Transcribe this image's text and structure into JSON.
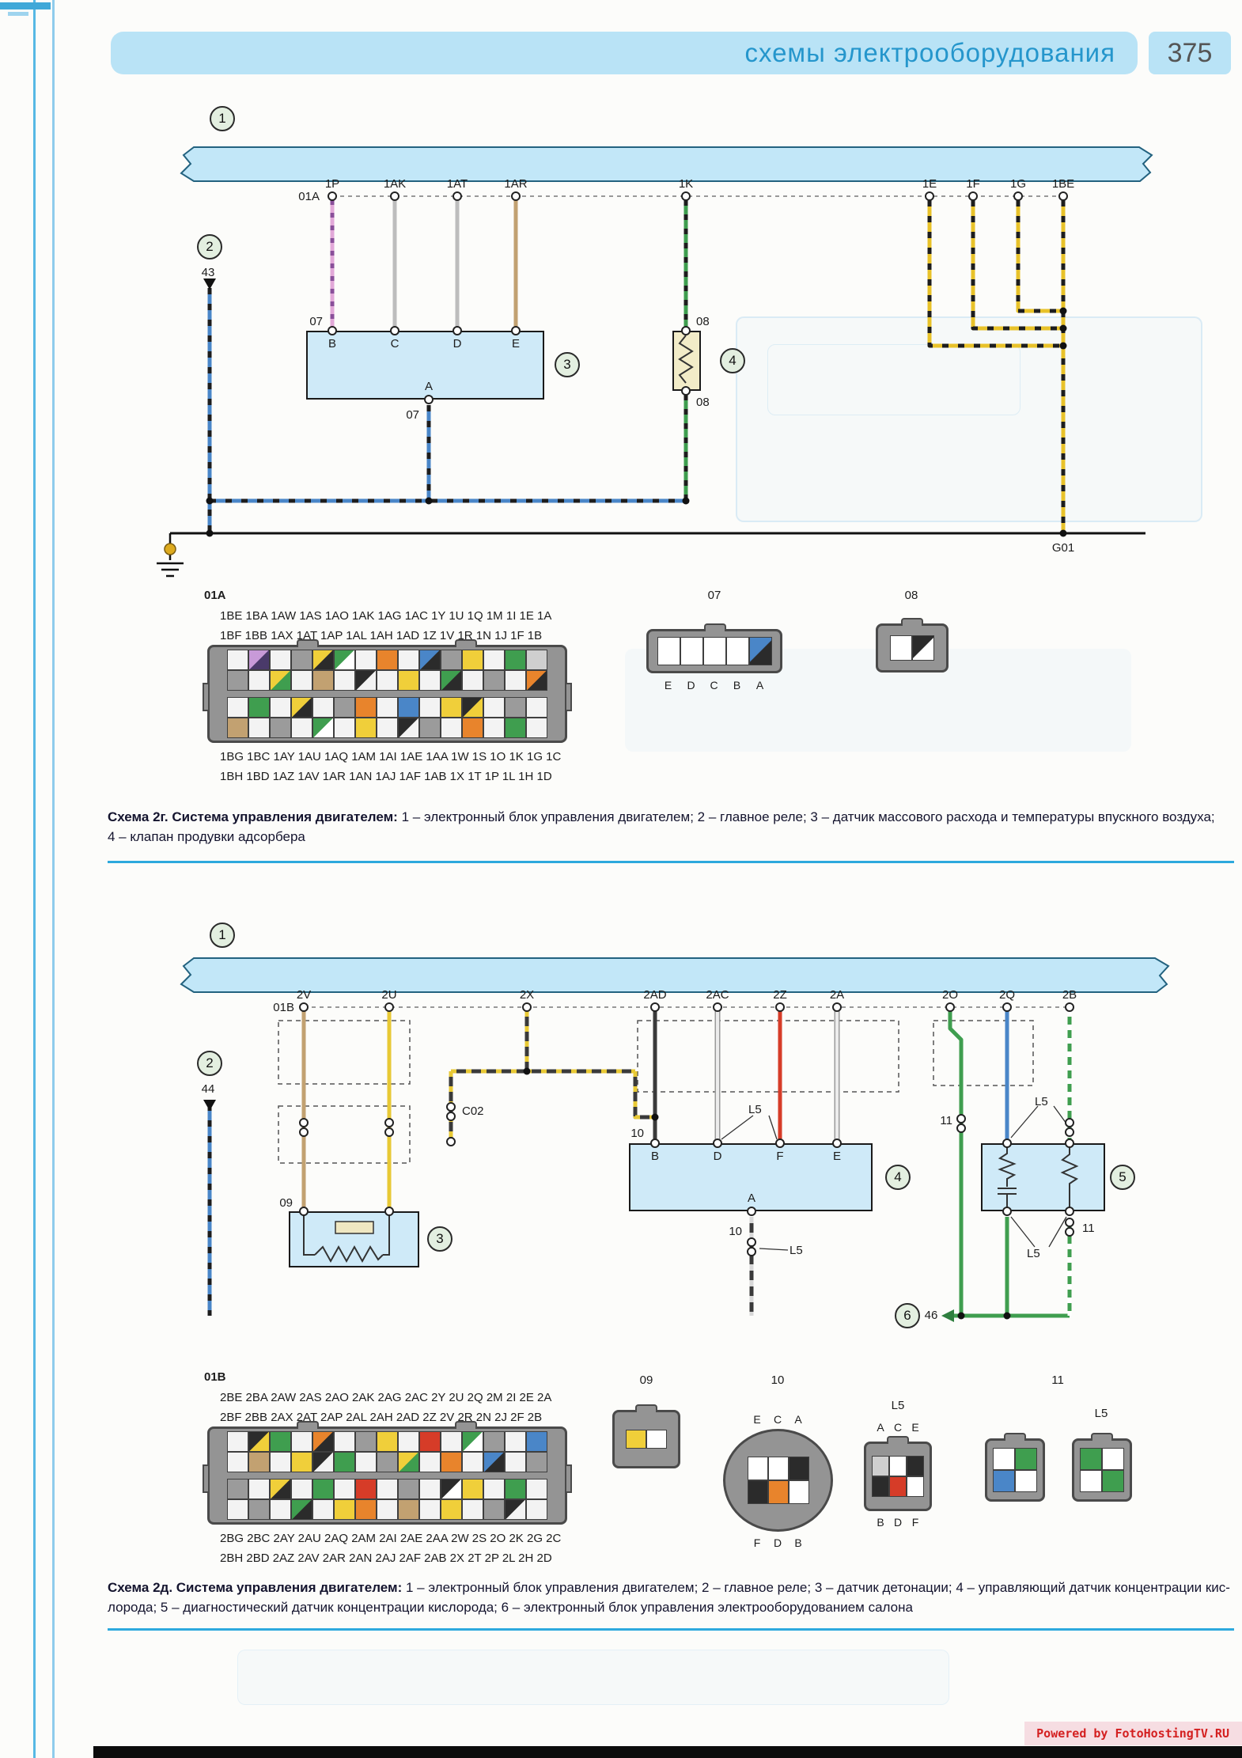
{
  "palette": {
    "header_blue": "#2596cc",
    "header_bg": "#b9e3f6",
    "bus_fill": "#c2e7f8",
    "box_fill": "#cfeaf8",
    "rule_blue": "#2da9dd",
    "wire_yellow": "#e8c22a",
    "wire_green": "#3f9e4f",
    "wire_blue": "#4a86c8",
    "wire_red": "#d63c28",
    "wire_tan": "#c2a171",
    "wire_pink": "#e2a8d8",
    "watermark_red": "#d42020"
  },
  "header": {
    "title": "схемы электрооборудования",
    "page": "375"
  },
  "d1": {
    "callouts": [
      "1",
      "2",
      "3",
      "4"
    ],
    "pin43": "43",
    "harness": "01A",
    "bus_pins": [
      "1P",
      "1AK",
      "1AT",
      "1AR",
      "1K",
      "1E",
      "1F",
      "1G",
      "1BE"
    ],
    "comp3_pins": [
      "B",
      "C",
      "D",
      "E"
    ],
    "comp3_pin_bottom": "A",
    "ground": "G01",
    "connector_big": {
      "title": "01A",
      "rows_above": [
        "1BE 1BA 1AW 1AS 1AO 1AK 1AG 1AC 1Y 1U 1Q 1M 1I 1E 1A",
        "1BF 1BB 1AX 1AT 1AP 1AL 1AH 1AD 1Z 1V 1R 1N 1J 1F 1B"
      ],
      "rows_below": [
        "1BG 1BC 1AY 1AU 1AQ 1AM 1AI 1AE 1AA 1W 1S 1O 1K 1G 1C",
        "1BH 1BD 1AZ 1AV 1AR 1AN 1AJ 1AF 1AB 1X 1T 1P 1L 1H 1D"
      ],
      "cells_r1": [
        "#f3f3f3",
        "#c89ad8/#4a3a6a",
        "#f3f3f3",
        "#9b9b9b",
        "#f0cf3a/#2b2b2b",
        "#3f9e4f/#ffffff",
        "#f3f3f3",
        "#e8842c",
        "#f3f3f3",
        "#4a86c8/#2b2b2b",
        "#9b9b9b",
        "#f0cf3a",
        "#f3f3f3",
        "#3f9e4f",
        "#cfcfcf"
      ],
      "cells_r2": [
        "#9b9b9b",
        "#f3f3f3",
        "#f0cf3a/#3f9e4f",
        "#f3f3f3",
        "#c2a171",
        "#f3f3f3",
        "#2b2b2b/#f3f3f3",
        "#f3f3f3",
        "#f0cf3a",
        "#f3f3f3",
        "#3f9e4f/#2b2b2b",
        "#f3f3f3",
        "#9b9b9b",
        "#f3f3f3",
        "#e8842c/#2b2b2b"
      ],
      "cells_r3": [
        "#f3f3f3",
        "#3f9e4f",
        "#f3f3f3",
        "#f0cf3a/#2b2b2b",
        "#f3f3f3",
        "#9b9b9b",
        "#e8842c",
        "#f3f3f3",
        "#4a86c8",
        "#f3f3f3",
        "#f0cf3a",
        "#2b2b2b/#f0cf3a",
        "#f3f3f3",
        "#9b9b9b",
        "#f3f3f3"
      ],
      "cells_r4": [
        "#c2a171",
        "#f3f3f3",
        "#9b9b9b",
        "#f3f3f3",
        "#3f9e4f/#ffffff",
        "#f3f3f3",
        "#f0cf3a",
        "#f3f3f3",
        "#2b2b2b/#f3f3f3",
        "#9b9b9b",
        "#f3f3f3",
        "#e8842c",
        "#f3f3f3",
        "#3f9e4f",
        "#f3f3f3"
      ]
    },
    "conn07": {
      "title": "07",
      "pins": [
        "E",
        "D",
        "C",
        "B",
        "A"
      ],
      "cells": [
        "#ffffff",
        "#ffffff",
        "#ffffff",
        "#ffffff",
        "#4a86c8/#2b2b2b"
      ]
    },
    "conn08": {
      "title": "08",
      "cells": [
        "#ffffff",
        "#2b2b2b/#ffffff"
      ]
    },
    "caption": {
      "lead": "Схема 2г. Система управления двигателем:",
      "rest": " 1 – электронный блок управления двигателем; 2 – главное реле; 3 – датчик массового расхода и температуры впускного воздуха;",
      "line2": "4 – клапан продувки адсорбера"
    }
  },
  "d2": {
    "callouts": [
      "1",
      "2",
      "3",
      "4",
      "5",
      "6"
    ],
    "pin44": "44",
    "pin46": "46",
    "harness": "01B",
    "c02": "C02",
    "l5": "L5",
    "conn10_label": "10",
    "conn11_label": "11",
    "bus_pins": [
      "2V",
      "2U",
      "2X",
      "2AD",
      "2AC",
      "2Z",
      "2A",
      "2O",
      "2Q",
      "2B"
    ],
    "comp4_pins": [
      "B",
      "D",
      "F",
      "E"
    ],
    "comp4_pin_bottom": "A",
    "connector_big": {
      "title": "01B",
      "rows_above": [
        "2BE 2BA 2AW 2AS 2AO 2AK 2AG 2AC 2Y 2U 2Q 2M 2I 2E 2A",
        "2BF 2BB 2AX 2AT 2AP 2AL 2AH 2AD 2Z 2V 2R 2N 2J 2F 2B"
      ],
      "rows_below": [
        "2BG 2BC 2AY 2AU 2AQ 2AM 2AI 2AE 2AA 2W 2S 2O 2K 2G 2C",
        "2BH 2BD 2AZ 2AV 2AR 2AN 2AJ 2AF 2AB 2X 2T 2P 2L 2H 2D"
      ],
      "cells_r1": [
        "#f3f3f3",
        "#2b2b2b/#f0cf3a",
        "#3f9e4f",
        "#f3f3f3",
        "#e8842c/#2b2b2b",
        "#f3f3f3",
        "#9b9b9b",
        "#f0cf3a",
        "#f3f3f3",
        "#d63c28",
        "#f3f3f3",
        "#3f9e4f/#ffffff",
        "#9b9b9b",
        "#f3f3f3",
        "#4a86c8"
      ],
      "cells_r2": [
        "#f3f3f3",
        "#c2a171",
        "#f3f3f3",
        "#f0cf3a",
        "#2b2b2b/#f3f3f3",
        "#3f9e4f",
        "#f3f3f3",
        "#9b9b9b",
        "#f0cf3a/#3f9e4f",
        "#f3f3f3",
        "#e8842c",
        "#f3f3f3",
        "#4a86c8/#2b2b2b",
        "#f3f3f3",
        "#9b9b9b"
      ],
      "cells_r3": [
        "#9b9b9b",
        "#f3f3f3",
        "#f0cf3a/#2b2b2b",
        "#f3f3f3",
        "#3f9e4f",
        "#f3f3f3",
        "#d63c28",
        "#f3f3f3",
        "#9b9b9b",
        "#f3f3f3",
        "#2b2b2b/#ffffff",
        "#f0cf3a",
        "#f3f3f3",
        "#3f9e4f",
        "#f3f3f3"
      ],
      "cells_r4": [
        "#f3f3f3",
        "#9b9b9b",
        "#f3f3f3",
        "#3f9e4f/#2b2b2b",
        "#f3f3f3",
        "#f0cf3a",
        "#e8842c",
        "#f3f3f3",
        "#c2a171",
        "#f3f3f3",
        "#f0cf3a",
        "#f3f3f3",
        "#9b9b9b",
        "#2b2b2b/#f3f3f3",
        "#f3f3f3"
      ]
    },
    "conn09": {
      "title": "09",
      "cells": [
        "#f0cf3a",
        "#ffffff"
      ]
    },
    "conn10": {
      "title": "10",
      "top_pins": [
        "E",
        "C",
        "A"
      ],
      "bottom_pins": [
        "F",
        "D",
        "B"
      ],
      "cells": [
        "#ffffff",
        "#ffffff",
        "#2b2b2b",
        "#2b2b2b",
        "#e8842c",
        "#ffffff"
      ]
    },
    "connL5": {
      "title": "L5",
      "top_pins": [
        "A",
        "C",
        "E"
      ],
      "bottom_pins": [
        "B",
        "D",
        "F"
      ],
      "cells": [
        "#cfcfcf",
        "#ffffff",
        "#2b2b2b",
        "#2b2b2b",
        "#d63c28",
        "#ffffff"
      ]
    },
    "conn11": {
      "title": "11",
      "l5": "L5",
      "cells_left": [
        "#ffffff",
        "#3f9e4f",
        "#4a86c8",
        "#ffffff"
      ],
      "cells_right": [
        "#3f9e4f",
        "#ffffff",
        "#ffffff",
        "#3f9e4f"
      ]
    },
    "caption": {
      "lead": "Схема 2д. Система управления двигателем:",
      "rest": " 1 – электронный блок управления двигателем; 2 – главное реле; 3 – датчик детонации; 4 – управляющий датчик концентрации кис-",
      "line2": "лорода; 5 – диагностический датчик концентрации кислорода; 6 – электронный блок управления электрооборудованием салона"
    }
  },
  "footer": {
    "watermark": "Powered by FotoHostingTV.RU"
  }
}
